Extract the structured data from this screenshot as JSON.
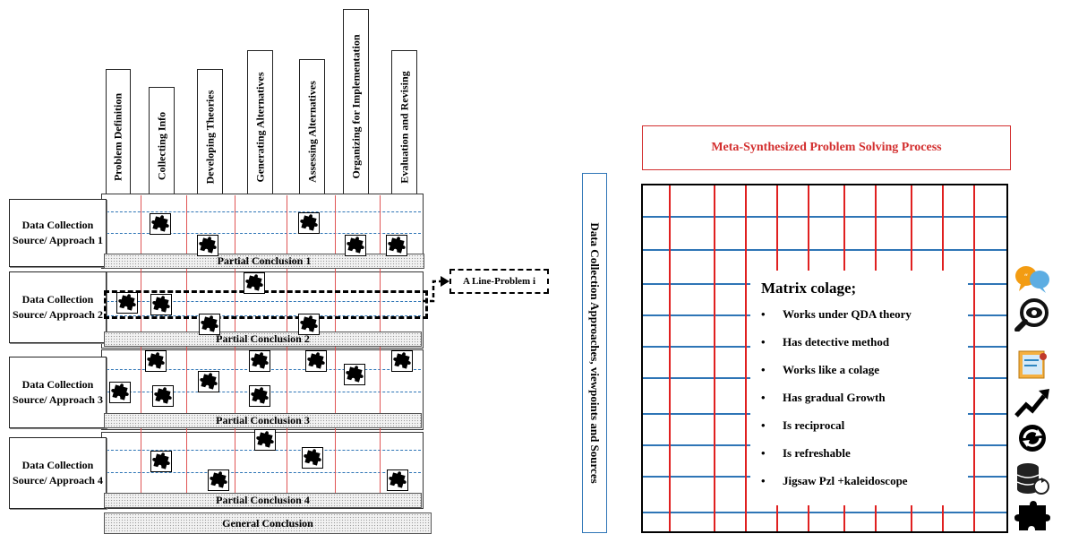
{
  "stages": [
    "Problem Definition",
    "Collecting Info",
    "Developing Theories",
    "Generating Alternatives",
    "Assessing Alternatives",
    "Organizing for Implementation",
    "Evaluation and Revising"
  ],
  "sources": [
    "Data Collection Source/ Approach 1",
    "Data Collection Source/ Approach 2",
    "Data Collection Source/ Approach 3",
    "Data Collection Source/ Approach 4"
  ],
  "partials": [
    "Partial Conclusion 1",
    "Partial Conclusion 2",
    "Partial Conclusion 3",
    "Partial Conclusion 4"
  ],
  "general_conclusion": "General Conclusion",
  "callout": "A Line-Problem i",
  "matrix_title": "Meta-Synthesized Problem Solving Process",
  "side_label": "Data Collection Approaches, viewpoints  and Sources",
  "panel": {
    "heading": "Matrix colage;",
    "bullet": "•",
    "items": [
      "Works under QDA theory",
      "Has detective method",
      "Works like a colage",
      "Has gradual Growth",
      "Is reciprocal",
      "Is refreshable",
      "Jigsaw Pzl +kaleidoscope"
    ]
  },
  "icons": [
    "speech-bubbles-icon",
    "magnifier-eye-icon",
    "notes-icon",
    "trend-arrow-icon",
    "refresh-icon",
    "database-refresh-icon",
    "puzzle-icon"
  ],
  "colors": {
    "grid_red": "#e02020",
    "grid_blue": "#2e75b6",
    "title_red": "#d32f2f",
    "piece": "#000000"
  }
}
